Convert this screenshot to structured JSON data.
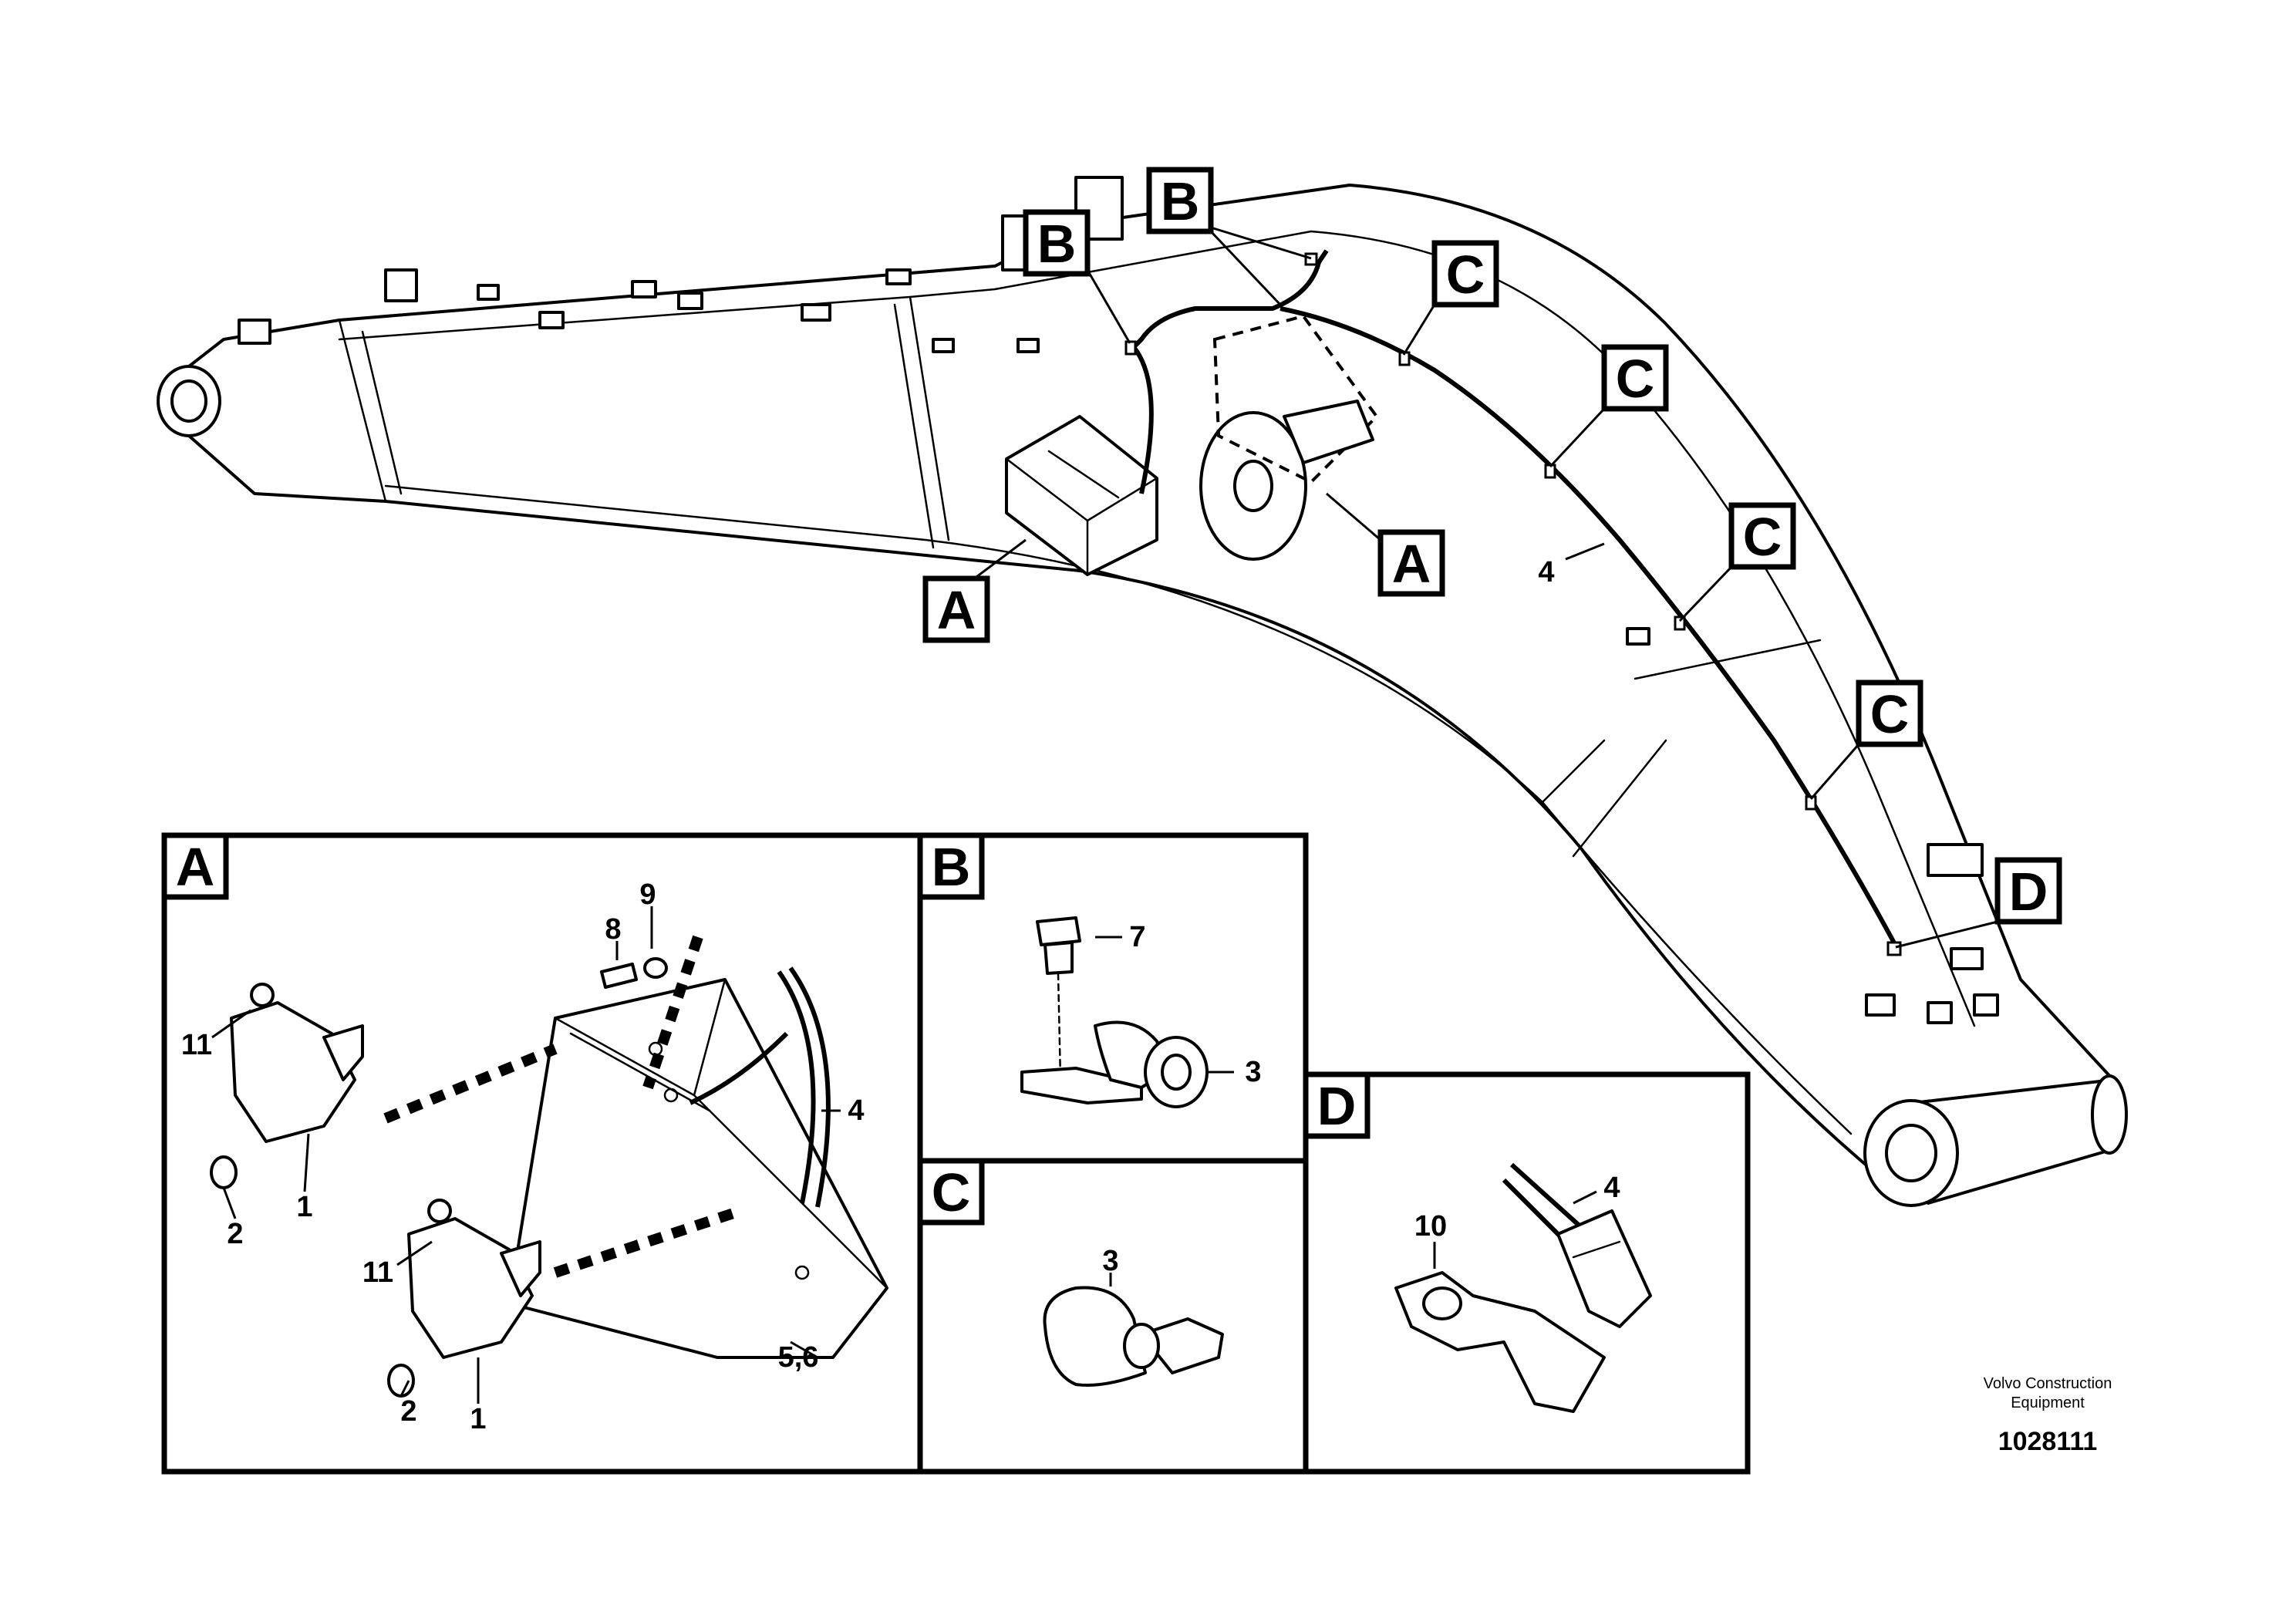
{
  "callouts": {
    "a": "A",
    "b": "B",
    "c": "C",
    "d": "D",
    "hose_ref": "4"
  },
  "panels": {
    "a": {
      "letter": "A",
      "labels": {
        "p1": "1",
        "p2": "2",
        "p4": "4",
        "p56": "5,6",
        "p8": "8",
        "p9": "9",
        "p11": "11"
      }
    },
    "b": {
      "letter": "B",
      "labels": {
        "p3": "3",
        "p7": "7"
      }
    },
    "c": {
      "letter": "C",
      "labels": {
        "p3": "3"
      }
    },
    "d": {
      "letter": "D",
      "labels": {
        "p4": "4",
        "p10": "10"
      }
    }
  },
  "footer": {
    "company_line1": "Volvo Construction",
    "company_line2": "Equipment",
    "drawing_number": "1028111"
  }
}
